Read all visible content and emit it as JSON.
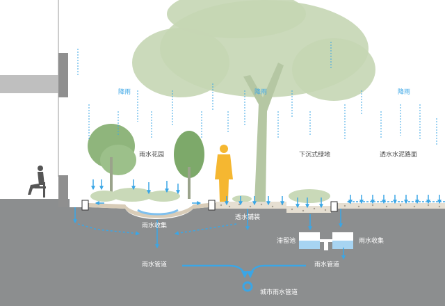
{
  "labels": {
    "rain_left": "降雨",
    "rain_center": "降雨",
    "rain_right": "降雨",
    "rain_garden": "雨水花园",
    "sunken_greenland": "下沉式绿地",
    "permeable_concrete": "透水水泥路面",
    "rain_collect_left": "雨水收集",
    "permeable_paving": "透水铺装",
    "detention_pond": "滞留池",
    "rain_collect_right": "雨水收集",
    "rain_pipe_left": "雨水管道",
    "rain_pipe_right": "雨水管道",
    "city_rain_pipe": "城市雨水管道"
  },
  "colors": {
    "rain": "#3aa6e6",
    "ground": "#8c8e8f",
    "tree": "#c5d6b4",
    "person": "#f5b731",
    "building": "#bfbfbf"
  }
}
